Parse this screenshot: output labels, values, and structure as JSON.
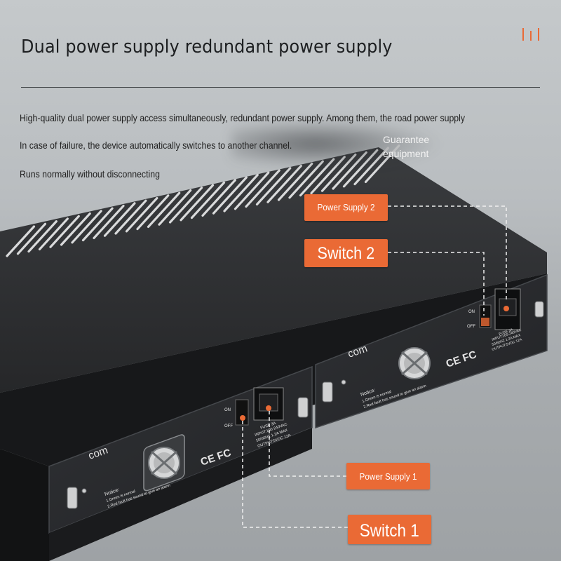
{
  "header": {
    "title": "Dual power supply redundant power supply"
  },
  "description": {
    "line1": "High-quality dual power supply access simultaneously, redundant power supply. Among them, the road power supply",
    "line2": "In case of failure, the device automatically switches to another channel.",
    "line3": "Runs normally without disconnecting",
    "guarantee_line1": "Guarantee",
    "guarantee_line2": "equipment"
  },
  "callouts": {
    "power_supply_2": "Power Supply 2",
    "switch_2": "Switch 2",
    "power_supply_1": "Power Supply 1",
    "switch_1": "Switch 1"
  },
  "device": {
    "brand": "com",
    "certification": "CE FC",
    "notice_title": "Notice:",
    "notice_line1": "1.Green is normal",
    "notice_line2": "2.Red fault has sound to give an alarm",
    "switch_on": "ON",
    "switch_off": "OFF",
    "fuse_label": "FUSE 3A",
    "input_label": "INPUT:100-240VAC",
    "input_current": "50/60HZ 1.2A MAX",
    "output_label": "OUTPUT:5VDC 12A"
  },
  "colors": {
    "accent": "#ea6a35",
    "panel": "#2b2d30",
    "background": "#b9bdc0"
  }
}
